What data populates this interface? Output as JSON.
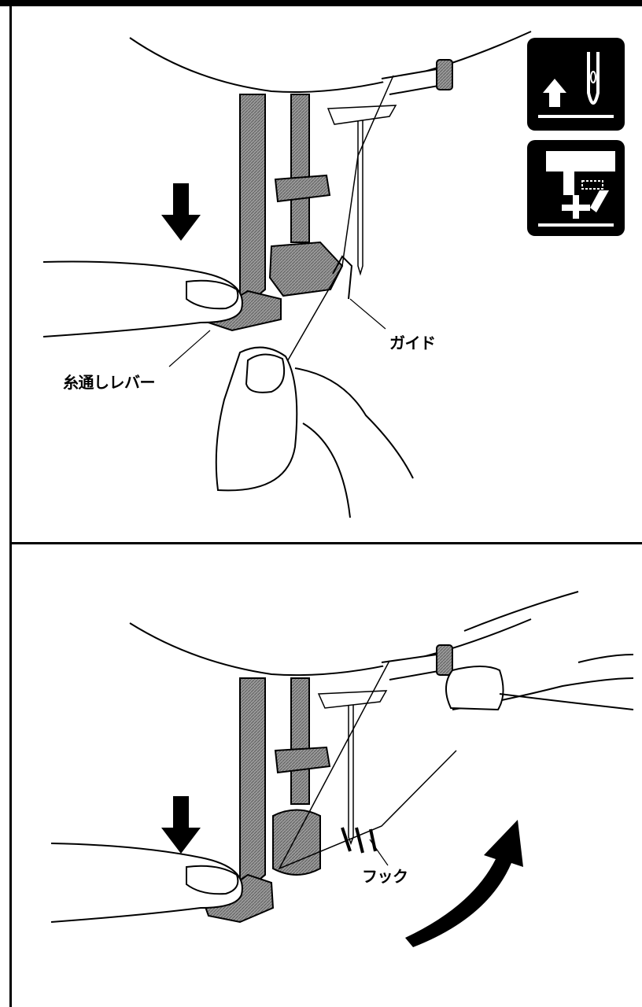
{
  "labels": {
    "threader_lever": "糸通しレバー",
    "guide": "ガイド",
    "hook": "フック"
  },
  "icons": {
    "needle_up": "needle-up-icon",
    "presser_foot_down": "presser-foot-down-icon"
  },
  "colors": {
    "line": "#000000",
    "shade": "#8a8a8a",
    "background": "#ffffff"
  }
}
